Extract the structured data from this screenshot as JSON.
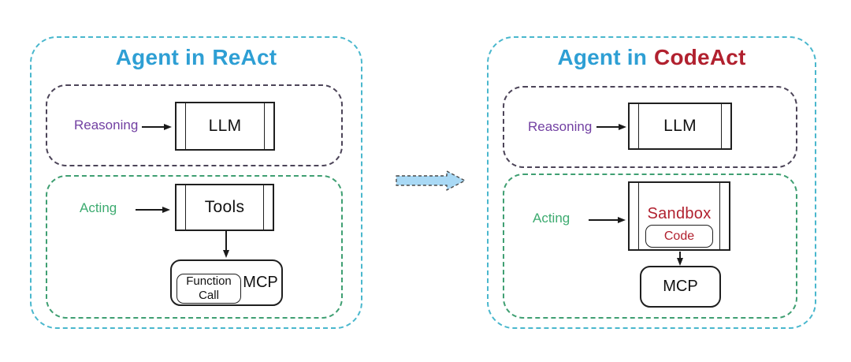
{
  "left_panel": {
    "title_prefix": "Agent in",
    "title_accent": "ReAct",
    "reasoning_label": "Reasoning",
    "llm_label": "LLM",
    "acting_label": "Acting",
    "tools_label": "Tools",
    "function_call_label": "Function Call",
    "mcp_label": "MCP"
  },
  "right_panel": {
    "title_prefix": "Agent in",
    "title_accent": "CodeAct",
    "reasoning_label": "Reasoning",
    "llm_label": "LLM",
    "acting_label": "Acting",
    "sandbox_label": "Sandbox",
    "code_label": "Code",
    "mcp_label": "MCP"
  },
  "colors": {
    "outer_panel_border": "#49b7cd",
    "reasoning_section_border": "#4c4458",
    "acting_section_border": "#3f9f72",
    "title_blue": "#2e9fd4",
    "codeact_red": "#b1212f",
    "reasoning_label_purple": "#7240a2",
    "acting_label_green": "#3dab70",
    "sandbox_code_red": "#b1212f",
    "box_border_dark": "#1f1f1f",
    "transition_arrow_fill": "#a9d9f5"
  }
}
